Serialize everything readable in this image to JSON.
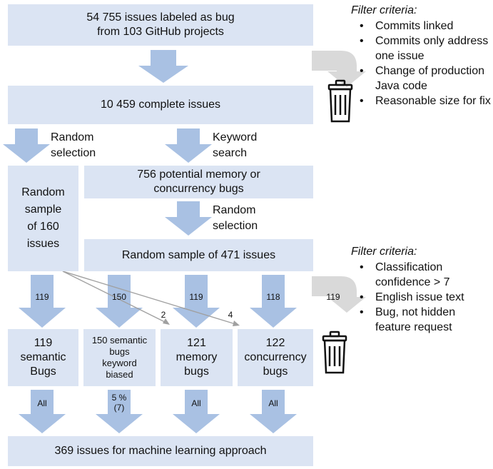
{
  "boxes": {
    "all_bugs": "54 755 issues labeled as bug\nfrom 103 GitHub projects",
    "complete": "10 459 complete issues",
    "random_sample_160": "Random\nsample\nof 160\nissues",
    "potential": "756 potential memory or\nconcurrency bugs",
    "random_sample_471": "Random sample of 471 issues",
    "semantic": "119\nsemantic\nBugs",
    "semantic_biased": "150 semantic\nbugs\nkeyword\nbiased",
    "memory": "121\nmemory\nbugs",
    "concurrency": "122\nconcurrency\nbugs",
    "final": "369 issues for machine learning approach"
  },
  "labels": {
    "random_selection": "Random\nselection",
    "keyword_search": "Keyword\nsearch",
    "random_selection_2": "Random\nselection"
  },
  "counts": {
    "a119": "119",
    "a150": "150",
    "a119b": "119",
    "a118": "118",
    "discard": "119",
    "two": "2",
    "four": "4",
    "all1": "All",
    "five_pct": "5 %\n(7)",
    "all2": "All",
    "all3": "All"
  },
  "filter_top": {
    "title": "Filter criteria:",
    "items": [
      "Commits linked",
      "Commits only address\none issue",
      "Change of production\nJava code",
      "Reasonable size for fix"
    ]
  },
  "filter_bottom": {
    "title": "Filter criteria:",
    "items": [
      "Classification\nconfidence > 7",
      "English issue text",
      "Bug, not hidden\nfeature request"
    ]
  },
  "bullet": "•",
  "icons": [
    "arrow-down-icon",
    "discard-arrow-icon",
    "trash-can-icon"
  ],
  "colors": {
    "box_fill": "#dbe4f3",
    "arrow_fill": "#a9c1e3",
    "discard_fill": "#d9d9d9",
    "line": "#a0a0a0",
    "trash": "#111111"
  }
}
